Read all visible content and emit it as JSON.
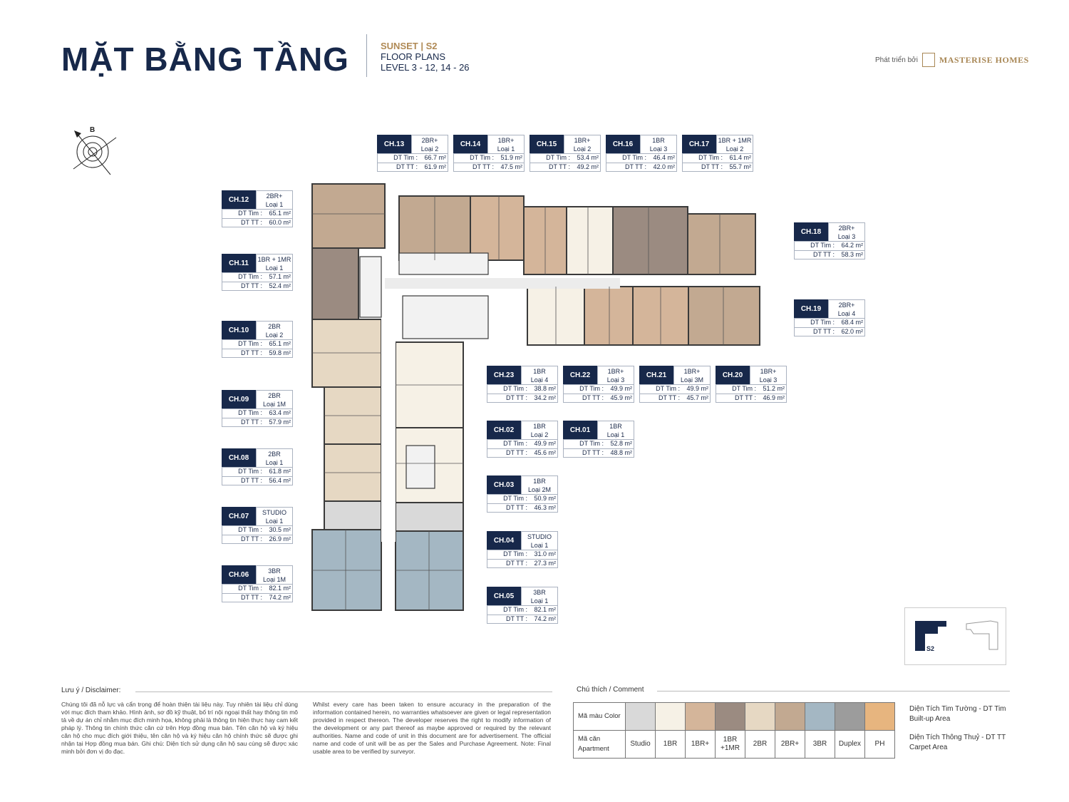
{
  "header": {
    "title": "MẶT BẰNG TẦNG",
    "sub_line1": "SUNSET  |  S2",
    "sub_line2": "FLOOR PLANS",
    "sub_line3": "LEVEL 3 - 12, 14 - 26",
    "brand_prefix": "Phát triển bởi",
    "brand_name": "MASTERISE HOMES"
  },
  "compass": {
    "label": "B"
  },
  "field_labels": {
    "dt_tim": "DT Tim :",
    "dt_tt": "DT TT :"
  },
  "units": [
    {
      "code": "CH.13",
      "type1": "2BR+",
      "type2": "Loại 2",
      "dt_tim": "66.7 m²",
      "dt_tt": "61.9 m²"
    },
    {
      "code": "CH.14",
      "type1": "1BR+",
      "type2": "Loại 1",
      "dt_tim": "51.9 m²",
      "dt_tt": "47.5 m²"
    },
    {
      "code": "CH.15",
      "type1": "1BR+",
      "type2": "Loại 2",
      "dt_tim": "53.4 m²",
      "dt_tt": "49.2 m²"
    },
    {
      "code": "CH.16",
      "type1": "1BR",
      "type2": "Loại 3",
      "dt_tim": "46.4 m²",
      "dt_tt": "42.0 m²"
    },
    {
      "code": "CH.17",
      "type1": "1BR + 1MR",
      "type2": "Loại 2",
      "dt_tim": "61.4 m²",
      "dt_tt": "55.7 m²"
    },
    {
      "code": "CH.12",
      "type1": "2BR+",
      "type2": "Loại 1",
      "dt_tim": "65.1 m²",
      "dt_tt": "60.0 m²"
    },
    {
      "code": "CH.11",
      "type1": "1BR + 1MR",
      "type2": "Loại 1",
      "dt_tim": "57.1 m²",
      "dt_tt": "52.4 m²"
    },
    {
      "code": "CH.10",
      "type1": "2BR",
      "type2": "Loại 2",
      "dt_tim": "65.1 m²",
      "dt_tt": "59.8 m²"
    },
    {
      "code": "CH.09",
      "type1": "2BR",
      "type2": "Loại 1M",
      "dt_tim": "63.4 m²",
      "dt_tt": "57.9 m²"
    },
    {
      "code": "CH.08",
      "type1": "2BR",
      "type2": "Loại 1",
      "dt_tim": "61.8 m²",
      "dt_tt": "56.4 m²"
    },
    {
      "code": "CH.07",
      "type1": "STUDIO",
      "type2": "Loại 1",
      "dt_tim": "30.5 m²",
      "dt_tt": "26.9 m²"
    },
    {
      "code": "CH.06",
      "type1": "3BR",
      "type2": "Loại 1M",
      "dt_tim": "82.1 m²",
      "dt_tt": "74.2 m²"
    },
    {
      "code": "CH.18",
      "type1": "2BR+",
      "type2": "Loại 3",
      "dt_tim": "64.2 m²",
      "dt_tt": "58.3 m²"
    },
    {
      "code": "CH.19",
      "type1": "2BR+",
      "type2": "Loại 4",
      "dt_tim": "68.4 m²",
      "dt_tt": "62.0 m²"
    },
    {
      "code": "CH.23",
      "type1": "1BR",
      "type2": "Loại 4",
      "dt_tim": "38.8 m²",
      "dt_tt": "34.2 m²"
    },
    {
      "code": "CH.22",
      "type1": "1BR+",
      "type2": "Loại 3",
      "dt_tim": "49.9 m²",
      "dt_tt": "45.9 m²"
    },
    {
      "code": "CH.21",
      "type1": "1BR+",
      "type2": "Loại 3M",
      "dt_tim": "49.9 m²",
      "dt_tt": "45.7 m²"
    },
    {
      "code": "CH.20",
      "type1": "1BR+",
      "type2": "Loại 3",
      "dt_tim": "51.2 m²",
      "dt_tt": "46.9 m²"
    },
    {
      "code": "CH.02",
      "type1": "1BR",
      "type2": "Loại 2",
      "dt_tim": "49.9 m²",
      "dt_tt": "45.6 m²"
    },
    {
      "code": "CH.01",
      "type1": "1BR",
      "type2": "Loại 1",
      "dt_tim": "52.8 m²",
      "dt_tt": "48.8 m²"
    },
    {
      "code": "CH.03",
      "type1": "1BR",
      "type2": "Loại 2M",
      "dt_tim": "50.9 m²",
      "dt_tt": "46.3 m²"
    },
    {
      "code": "CH.04",
      "type1": "STUDIO",
      "type2": "Loại 1",
      "dt_tim": "31.0 m²",
      "dt_tt": "27.3 m²"
    },
    {
      "code": "CH.05",
      "type1": "3BR",
      "type2": "Loại 1",
      "dt_tim": "82.1 m²",
      "dt_tt": "74.2 m²"
    }
  ],
  "keyplan": {
    "label": "S2"
  },
  "disclaimer": {
    "heading": "Lưu ý / Disclaimer:",
    "vn": "Chúng tôi đã nỗ lực và cẩn trọng để hoàn thiện tài liệu này. Tuy nhiên tài liệu chỉ dùng với mục đích tham khảo. Hình ảnh, sơ đồ kỹ thuật, bố trí nội ngoại thất hay thông tin mô tả về dự án chỉ nhằm mục đích minh họa, không phải là thông tin hiện thực hay cam kết pháp lý. Thông tin chính thức căn cứ trên Hợp đồng mua bán. Tên căn hộ và ký hiệu căn hộ cho mục đích giới thiệu, tên căn hộ và ký hiệu căn hộ chính thức sẽ được ghi nhận tại Hợp đồng mua bán. Ghi chú: Diện tích sử dụng căn hộ sau cùng sẽ được xác minh bởi đơn vị đo đạc.",
    "en": "Whilst every care has been taken to ensure accuracy in the preparation of the information contained herein, no warranties whatsoever are given or legal representation provided in respect thereon. The developer reserves the right to modify information of the development or any part thereof as maybe approved or required by the relevant authorities. Name and code of unit in this document are for advertisement. The official name and code of unit will be as per the Sales and Purchase Agreement. Note: Final usable area to be verified by surveyor."
  },
  "legend": {
    "heading": "Chú thích / Comment",
    "color_header": "Mã màu Color",
    "apt_header": "Mã căn Apartment",
    "items": [
      {
        "label": "Studio",
        "color": "#d9d9d9"
      },
      {
        "label": "1BR",
        "color": "#f6f1e6"
      },
      {
        "label": "1BR+",
        "color": "#d4b59a"
      },
      {
        "label": "1BR +1MR",
        "color": "#9b8b81"
      },
      {
        "label": "2BR",
        "color": "#e6d8c3"
      },
      {
        "label": "2BR+",
        "color": "#c2a991"
      },
      {
        "label": "3BR",
        "color": "#a4b7c3"
      },
      {
        "label": "Duplex",
        "color": "#9c9c9c"
      },
      {
        "label": "PH",
        "color": "#e7b57f"
      }
    ],
    "note1_vn": "Diện Tích Tim Tường - DT Tim",
    "note1_en": "Built-up Area",
    "note2_vn": "Diện Tích Thông Thuỷ - DT TT",
    "note2_en": "Carpet Area"
  },
  "colors": {
    "navy": "#17284a",
    "gold": "#b08a55"
  }
}
